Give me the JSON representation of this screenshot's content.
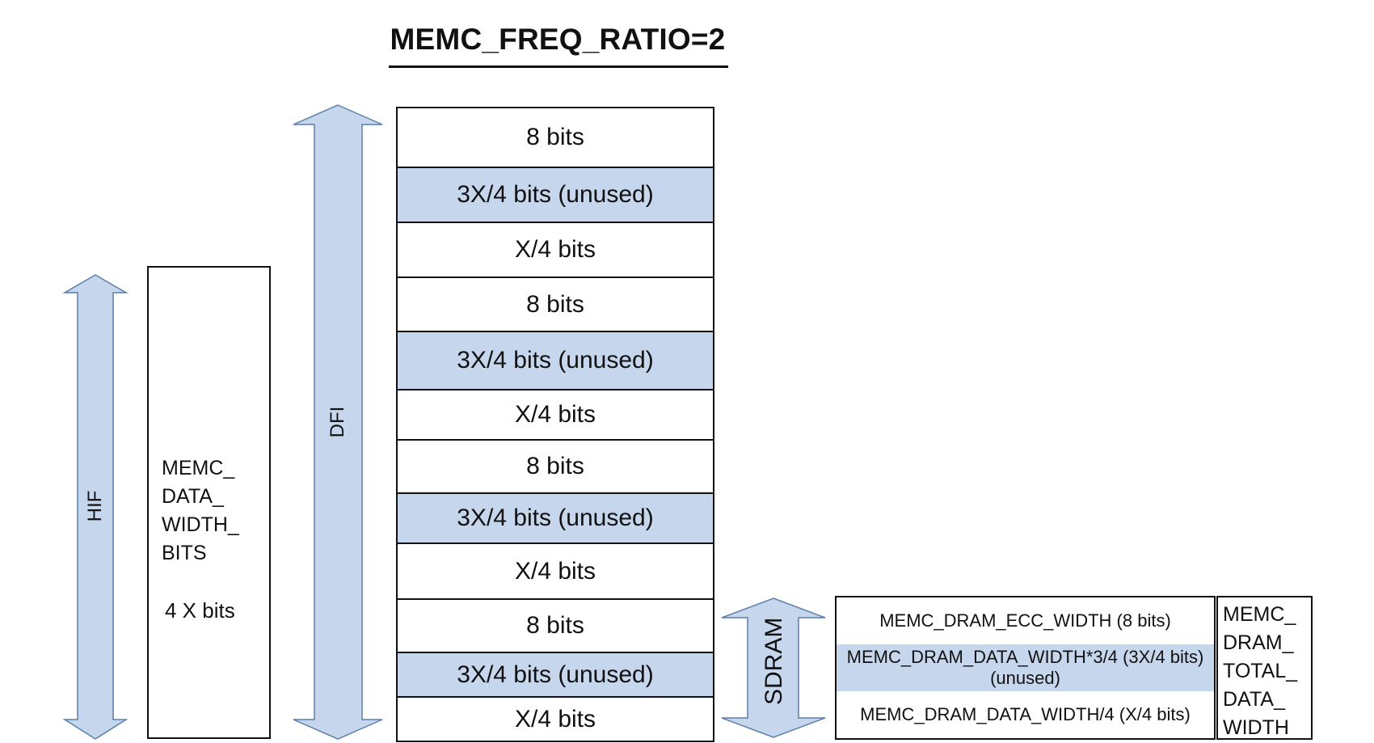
{
  "title": "MEMC_FREQ_RATIO=2",
  "hif": {
    "arrow_label": "HIF",
    "box_lines": [
      "MEMC_",
      "DATA_",
      "WIDTH_",
      "BITS"
    ],
    "box_size": "4 X bits"
  },
  "dfi": {
    "arrow_label": "DFI",
    "cells": [
      {
        "label": "8 bits",
        "unused": false
      },
      {
        "label": "3X/4 bits (unused)",
        "unused": true
      },
      {
        "label": "X/4 bits",
        "unused": false
      },
      {
        "label": "8 bits",
        "unused": false
      },
      {
        "label": "3X/4 bits (unused)",
        "unused": true
      },
      {
        "label": "X/4 bits",
        "unused": false
      },
      {
        "label": "8 bits",
        "unused": false
      },
      {
        "label": "3X/4 bits (unused)",
        "unused": true
      },
      {
        "label": "X/4 bits",
        "unused": false
      },
      {
        "label": "8 bits",
        "unused": false
      },
      {
        "label": "3X/4 bits (unused)",
        "unused": true
      },
      {
        "label": "X/4 bits",
        "unused": false
      }
    ]
  },
  "sdram": {
    "arrow_label": "SDRAM",
    "rows": [
      {
        "line1": "MEMC_DRAM_ECC_WIDTH (8 bits)",
        "line2": "",
        "unused": false
      },
      {
        "line1": "MEMC_DRAM_DATA_WIDTH*3/4 (3X/4 bits)",
        "line2": "(unused)",
        "unused": true
      },
      {
        "line1": "MEMC_DRAM_DATA_WIDTH/4 (X/4 bits)",
        "line2": "",
        "unused": false
      }
    ],
    "total_lines": [
      "MEMC_",
      "DRAM_",
      "TOTAL_",
      "DATA_",
      "WIDTH"
    ]
  },
  "colors": {
    "fill": "#c6d7ed",
    "stroke": "#111111",
    "arrow_stroke": "#5a7fa8"
  }
}
